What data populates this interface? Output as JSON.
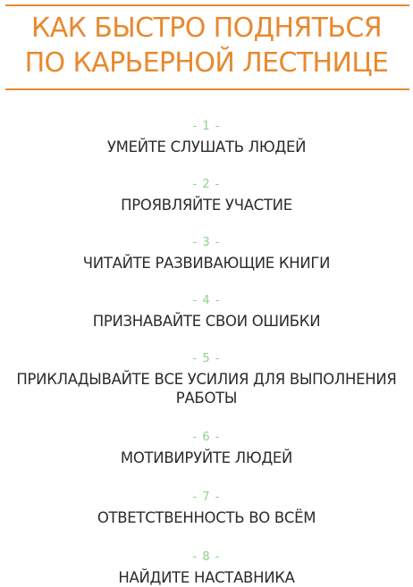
{
  "header": {
    "title_line1": "КАК БЫСТРО ПОДНЯТЬСЯ",
    "title_line2": "ПО КАРЬЕРНОЙ ЛЕСТНИЦЕ"
  },
  "items": [
    {
      "number": "- 1 -",
      "text": "УМЕЙТЕ СЛУШАТЬ ЛЮДЕЙ"
    },
    {
      "number": "- 2 -",
      "text": "ПРОЯВЛЯЙТЕ УЧАСТИЕ"
    },
    {
      "number": "- 3 -",
      "text": "ЧИТАЙТЕ РАЗВИВАЮЩИЕ КНИГИ"
    },
    {
      "number": "- 4 -",
      "text": "ПРИЗНАВАЙТЕ СВОИ ОШИБКИ"
    },
    {
      "number": "- 5 -",
      "text": "ПРИКЛАДЫВАЙТЕ ВСЕ УСИЛИЯ ДЛЯ ВЫПОЛНЕНИЯ РАБОТЫ"
    },
    {
      "number": "- 6 -",
      "text": "МОТИВИРУЙТЕ ЛЮДЕЙ"
    },
    {
      "number": "- 7 -",
      "text": "ОТВЕТСТВЕННОСТЬ ВО ВСЁМ"
    },
    {
      "number": "- 8 -",
      "text": "НАЙДИТЕ НАСТАВНИКА"
    }
  ],
  "colors": {
    "accent": "#e8892e",
    "number": "#8ed18a",
    "text": "#2b2b2b"
  }
}
